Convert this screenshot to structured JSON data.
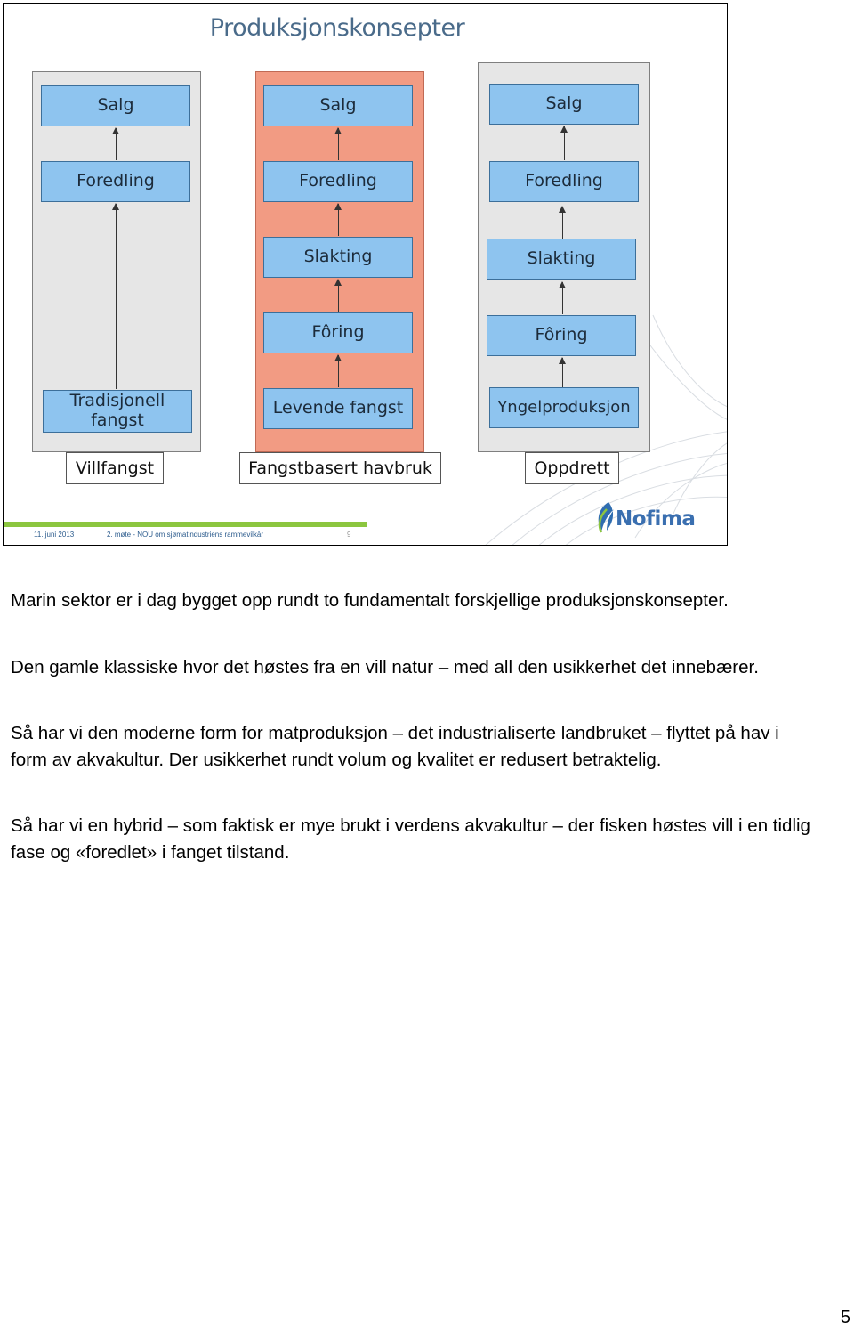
{
  "slide": {
    "title": "Produksjonskonsepter",
    "columns": [
      {
        "stages": [
          "Salg",
          "Foredling",
          "Tradisjonell fangst"
        ],
        "label": "Villfangst"
      },
      {
        "stages": [
          "Salg",
          "Foredling",
          "Slakting",
          "Fôring",
          "Levende fangst"
        ],
        "label": "Fangstbasert havbruk"
      },
      {
        "stages": [
          "Salg",
          "Foredling",
          "Slakting",
          "Fôring",
          "Yngelproduksjon"
        ],
        "label": "Oppdrett"
      }
    ],
    "footer": {
      "date": "11. juni 2013",
      "description": "2. møte - NOU om sjømatindustriens rammevilkår",
      "slide_number": "9"
    },
    "logo_text": "Nofima",
    "colors": {
      "box_fill": "#8ec4ef",
      "highlight_panel": "#f29b83",
      "neutral_panel": "#e6e6e6",
      "accent_bar": "#8cc63f"
    }
  },
  "notes": [
    "Marin sektor er i dag bygget opp rundt to fundamentalt forskjellige produksjonskonsepter.",
    "Den gamle klassiske hvor det høstes fra en vill natur – med all den usikkerhet det innebærer.",
    "Så har vi den moderne form for matproduksjon – det industrialiserte landbruket – flyttet på hav i form av akvakultur. Der usikkerhet rundt volum og kvalitet er redusert betraktelig.",
    "Så har vi en hybrid – som faktisk er mye brukt i verdens akvakultur – der fisken høstes vill i en tidlig fase og «foredlet» i fanget tilstand."
  ],
  "page_number": "5"
}
